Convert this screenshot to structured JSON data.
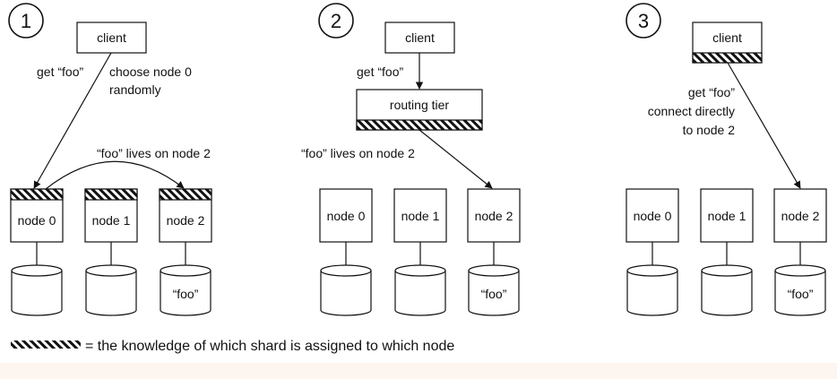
{
  "panels": [
    {
      "number": "1",
      "client_label": "client",
      "request_label": "get “foo”",
      "side_note_lines": [
        "choose node 0",
        "randomly"
      ],
      "redirect_label": "“foo” lives on node 2",
      "nodes": [
        "node 0",
        "node 1",
        "node 2"
      ],
      "storage": [
        "",
        "",
        "“foo”"
      ]
    },
    {
      "number": "2",
      "client_label": "client",
      "request_label": "get “foo”",
      "router_label": "routing tier",
      "route_note": "“foo” lives on node 2",
      "nodes": [
        "node 0",
        "node 1",
        "node 2"
      ],
      "storage": [
        "",
        "",
        "“foo”"
      ]
    },
    {
      "number": "3",
      "client_label": "client",
      "request_lines": [
        "get “foo”",
        "connect directly",
        "to node 2"
      ],
      "nodes": [
        "node 0",
        "node 1",
        "node 2"
      ],
      "storage": [
        "",
        "",
        "“foo”"
      ]
    }
  ],
  "legend": {
    "text": "= the knowledge of which shard is assigned to which node"
  },
  "colors": {
    "stroke": "#111111",
    "footer_band": "#fdf6f0"
  }
}
